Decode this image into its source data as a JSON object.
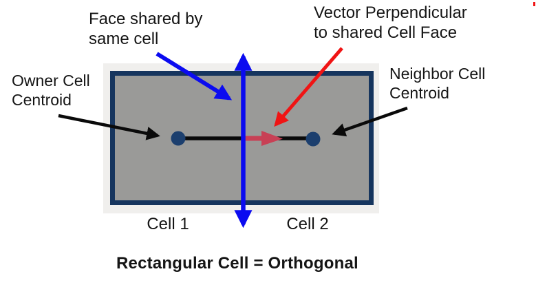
{
  "colors": {
    "text": "#151515",
    "arrow_blue": "#0b0bf0",
    "arrow_red_bright": "#f01414",
    "vector_red_crimson": "#c84055",
    "arrow_black": "#0a0a0a",
    "cell_border_navy": "#16355e",
    "cell_fill_gray": "#9a9a98",
    "panel_bg": "#f0efed",
    "centroid_navy": "#1c3f6e",
    "artifact_red": "#f01414"
  },
  "annotations": {
    "face_shared": {
      "line1": "Face shared by",
      "line2": "same cell"
    },
    "vector_perpendicular": {
      "line1": "Vector Perpendicular",
      "line2": "to shared Cell Face"
    },
    "owner_centroid": {
      "line1": "Owner Cell",
      "line2": "Centroid"
    },
    "neighbor_centroid": {
      "line1": "Neighbor Cell",
      "line2": "Centroid"
    }
  },
  "cell_labels": {
    "cell1": "Cell 1",
    "cell2": "Cell 2"
  },
  "caption": "Rectangular Cell = Orthogonal",
  "icons": {
    "shared_face_arrow": "blue double-headed vertical arrow on shared face",
    "face_pointer_arrow": "blue diagonal pointer arrow",
    "normal_vector_arrow": "crimson horizontal face-normal vector arrow",
    "vector_pointer_arrow": "red diagonal pointer arrow",
    "owner_pointer_arrow": "black pointer arrow to owner centroid",
    "neighbor_pointer_arrow": "black pointer arrow to neighbor centroid"
  }
}
